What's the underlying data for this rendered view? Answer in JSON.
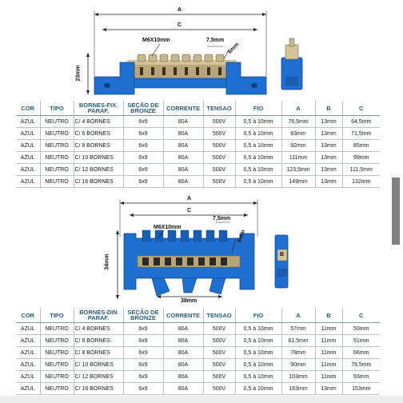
{
  "diagram1": {
    "dims": {
      "a": "A",
      "c": "C",
      "screw": "M6X10mm",
      "pitch": "7,5mm",
      "hole": "6mm",
      "height": "23mm"
    }
  },
  "diagram2": {
    "dims": {
      "a": "A",
      "c": "C",
      "screw": "M6X10mm",
      "pitch": "7,5mm",
      "hole": "6mm",
      "height": "34mm",
      "rail": "38mm",
      "side_label": "B"
    }
  },
  "table1": {
    "headers": [
      "COR",
      "TIPO",
      "BORNES-FIX. PARAF.",
      "SEÇÃO DE BRONZE",
      "CORRENTE",
      "TENSAO",
      "FIO",
      "A",
      "B",
      "C"
    ],
    "rows": [
      [
        "AZUL",
        "NEUTRO",
        "C/ 4 BORNES",
        "6x9",
        "80A",
        "500V",
        "0,5 à 10mm",
        "76,5mm",
        "13mm",
        "64,5mm"
      ],
      [
        "AZUL",
        "NEUTRO",
        "C/ 6 BORNES",
        "6x9",
        "80A",
        "500V",
        "0,5 à 10mm",
        "83mm",
        "13mm",
        "71,5mm"
      ],
      [
        "AZUL",
        "NEUTRO",
        "C/ 8 BORNES",
        "6x9",
        "80A",
        "500V",
        "0,5 à 10mm",
        "92mm",
        "13mm",
        "85mm"
      ],
      [
        "AZUL",
        "NEUTRO",
        "C/ 10 BORNES",
        "6x9",
        "80A",
        "500V",
        "0,5 à 10mm",
        "111mm",
        "13mm",
        "99mm"
      ],
      [
        "AZUL",
        "NEUTRO",
        "C/ 12 BORNES",
        "6x9",
        "80A",
        "500V",
        "0,5 à 10mm",
        "123,5mm",
        "13mm",
        "111,5mm"
      ],
      [
        "AZUL",
        "NEUTRO",
        "C/ 16 BORNES",
        "6x9",
        "80A",
        "500V",
        "0,5 à 10mm",
        "149mm",
        "13mm",
        "132mm"
      ]
    ]
  },
  "table2": {
    "headers": [
      "COR",
      "TIPO",
      "BORNES-DIN PARAF.",
      "SEÇÃO DE BRONZE",
      "CORRENTE",
      "TENSAO",
      "FIO",
      "A",
      "B",
      "C"
    ],
    "rows": [
      [
        "AZUL",
        "NEUTRO",
        "C/ 4 BORNES",
        "6x9",
        "80A",
        "500V",
        "0,5 à 10mm",
        "57mm",
        "11mm",
        "50mm"
      ],
      [
        "AZUL",
        "NEUTRO",
        "C/ 6 BORNES",
        "6x9",
        "80A",
        "500V",
        "0,5 à 10mm",
        "61,5mm",
        "11mm",
        "51mm"
      ],
      [
        "AZUL",
        "NEUTRO",
        "C/ 8 BORNES",
        "6x9",
        "80A",
        "500V",
        "0,5 à 10mm",
        "78mm",
        "11mm",
        "66mm"
      ],
      [
        "AZUL",
        "NEUTRO",
        "C/ 10 BORNES",
        "6x9",
        "80A",
        "500V",
        "0,5 à 10mm",
        "90mm",
        "11mm",
        "79,5mm"
      ],
      [
        "AZUL",
        "NEUTRO",
        "C/ 12 BORNES",
        "6x9",
        "80A",
        "500V",
        "0,5 à 10mm",
        "103mm",
        "11mm",
        "93mm"
      ],
      [
        "AZUL",
        "NEUTRO",
        "C/ 16 BORNES",
        "6x9",
        "80A",
        "500V",
        "0,5 à 10mm",
        "163mm",
        "13mm",
        "153mm"
      ]
    ]
  },
  "colors": {
    "blue": "#1e6fd0",
    "brass": "#b9a57a",
    "header_text": "#2a5f7a"
  }
}
